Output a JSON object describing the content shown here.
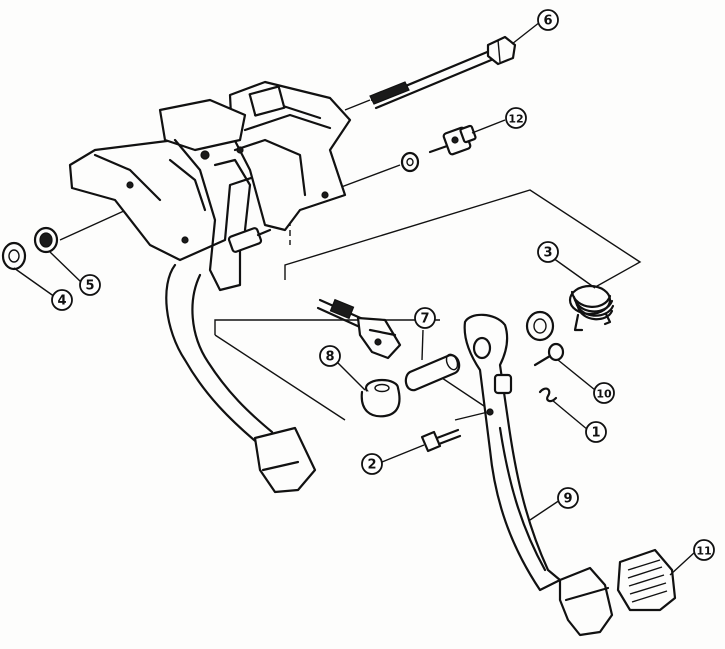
{
  "callouts": [
    {
      "id": "callout-1",
      "label": "1"
    },
    {
      "id": "callout-2",
      "label": "2"
    },
    {
      "id": "callout-3",
      "label": "3"
    },
    {
      "id": "callout-4",
      "label": "4"
    },
    {
      "id": "callout-5",
      "label": "5"
    },
    {
      "id": "callout-6",
      "label": "6"
    },
    {
      "id": "callout-7",
      "label": "7"
    },
    {
      "id": "callout-8",
      "label": "8"
    },
    {
      "id": "callout-9",
      "label": "9"
    },
    {
      "id": "callout-10",
      "label": "10"
    },
    {
      "id": "callout-11",
      "label": "11"
    },
    {
      "id": "callout-12",
      "label": "12"
    }
  ]
}
